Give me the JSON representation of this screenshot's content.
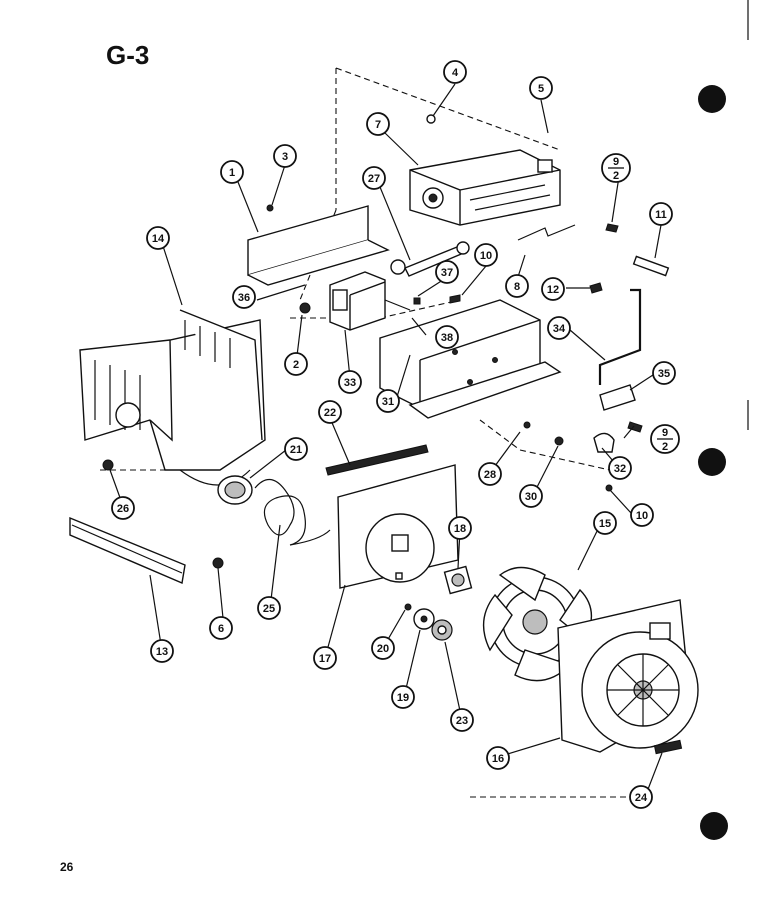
{
  "header": {
    "title": "G-3"
  },
  "footer": {
    "page_number": "26"
  },
  "callouts": [
    {
      "label": "1"
    },
    {
      "label": "3"
    },
    {
      "label": "4"
    },
    {
      "label": "5"
    },
    {
      "label": "7"
    },
    {
      "label": "27"
    },
    {
      "label": "10"
    },
    {
      "label": "11"
    },
    {
      "label": "12"
    },
    {
      "label": "8"
    },
    {
      "label": "37"
    },
    {
      "label": "36"
    },
    {
      "label": "38"
    },
    {
      "label": "2"
    },
    {
      "label": "33"
    },
    {
      "label": "31"
    },
    {
      "label": "34"
    },
    {
      "label": "35"
    },
    {
      "label": "14"
    },
    {
      "label": "22"
    },
    {
      "label": "21"
    },
    {
      "label": "28"
    },
    {
      "label": "30"
    },
    {
      "label": "32"
    },
    {
      "label": "10"
    },
    {
      "label": "26"
    },
    {
      "label": "18"
    },
    {
      "label": "15"
    },
    {
      "label": "13"
    },
    {
      "label": "6"
    },
    {
      "label": "25"
    },
    {
      "label": "17"
    },
    {
      "label": "20"
    },
    {
      "label": "19"
    },
    {
      "label": "23"
    },
    {
      "label": "16"
    },
    {
      "label": "24"
    }
  ],
  "fraction_callouts": [
    {
      "numerator": "9",
      "denominator": "2"
    },
    {
      "numerator": "9",
      "denominator": "2"
    }
  ],
  "colors": {
    "ink": "#111111",
    "paper": "#ffffff",
    "shade": "#bdbdbd"
  }
}
